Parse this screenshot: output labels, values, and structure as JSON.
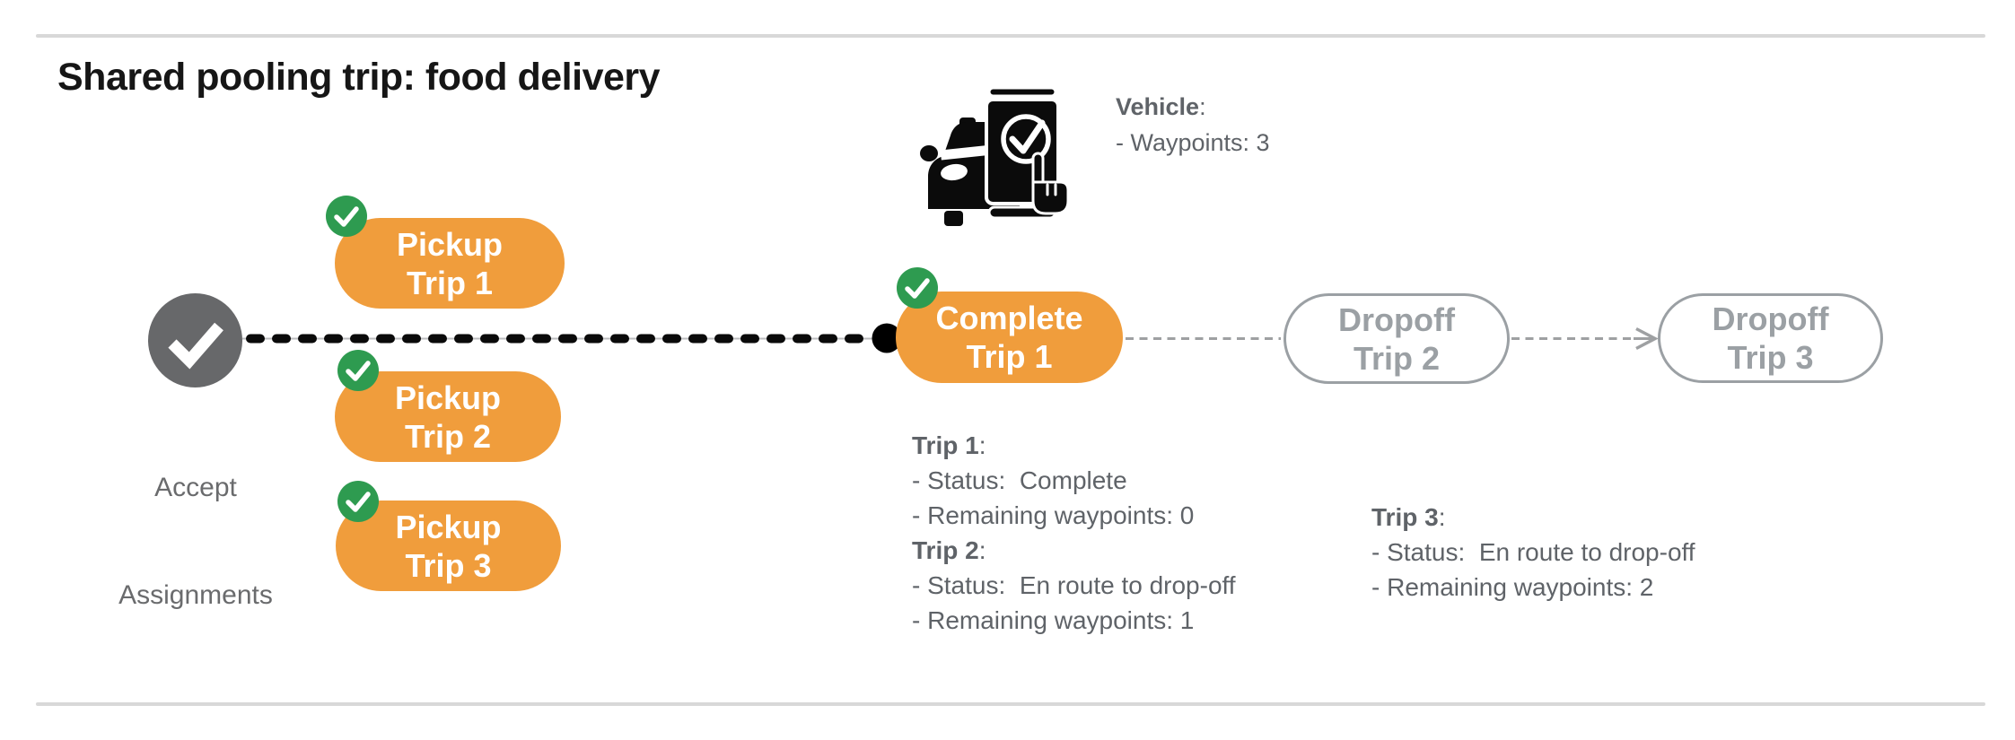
{
  "title": "Shared pooling trip: food delivery",
  "vehicle": {
    "icon": "car-phone-check-icon",
    "label": "Vehicle",
    "colon": ":",
    "waypoints": "- Waypoints: 3"
  },
  "flow": {
    "start": {
      "icon": "check-icon",
      "line1": "Accept",
      "line2": "Assignments"
    },
    "pickups": [
      {
        "badge_icon": "check-badge-icon",
        "line1": "Pickup",
        "line2": "Trip 1"
      },
      {
        "badge_icon": "check-badge-icon",
        "line1": "Pickup",
        "line2": "Trip 2"
      },
      {
        "badge_icon": "check-badge-icon",
        "line1": "Pickup",
        "line2": "Trip 3"
      }
    ],
    "complete": {
      "badge_icon": "check-badge-icon",
      "line1": "Complete",
      "line2": "Trip 1"
    },
    "dropoffs": [
      {
        "line1": "Dropoff",
        "line2": "Trip 2"
      },
      {
        "line1": "Dropoff",
        "line2": "Trip 3"
      }
    ]
  },
  "status_blocks": [
    {
      "title": "Trip 1",
      "colon": ":",
      "status": "- Status:  Complete",
      "remaining": "- Remaining waypoints: 0"
    },
    {
      "title": "Trip 2",
      "colon": ":",
      "status": "- Status:  En route to drop-off",
      "remaining": "- Remaining waypoints: 1"
    },
    {
      "title": "Trip 3",
      "colon": ":",
      "status": "- Status:  En route to drop-off",
      "remaining": "- Remaining waypoints: 2"
    }
  ],
  "colors": {
    "orange": "#F09D3C",
    "green": "#2E9B50",
    "node_gray": "#67686A",
    "text_gray": "#5F6368",
    "light_gray": "#9BA0A4",
    "rule_gray": "#D8D8D8",
    "black": "#0B0B0B"
  }
}
